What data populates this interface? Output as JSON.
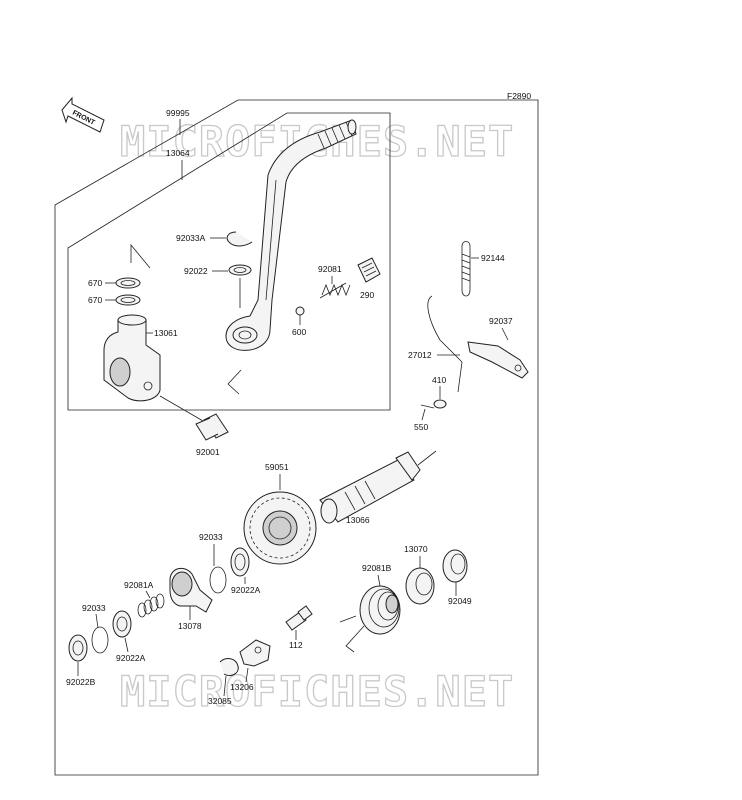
{
  "diagram": {
    "figure_code": "F2890",
    "front_arrow": "FRONT",
    "watermark": "MICROFICHES.NET",
    "parts": {
      "p99995": "99995",
      "p13064": "13064",
      "p92033A": "92033A",
      "p92022_top": "92022",
      "p92081_top": "92081",
      "p290": "290",
      "p600": "600",
      "p670a": "670",
      "p670b": "670",
      "p13061": "13061",
      "p92001": "92001",
      "p92144": "92144",
      "p92037": "92037",
      "p27012": "27012",
      "p410": "410",
      "p550": "550",
      "p59051": "59051",
      "p13066": "13066",
      "p92033_mid": "92033",
      "p92022A_mid": "92022A",
      "p92081A": "92081A",
      "p92033_low": "92033",
      "p92022A_low": "92022A",
      "p92022B": "92022B",
      "p13078": "13078",
      "p13070": "13070",
      "p92081B": "92081B",
      "p92049": "92049",
      "p112": "112",
      "p13206": "13206",
      "p32085": "32085"
    }
  }
}
